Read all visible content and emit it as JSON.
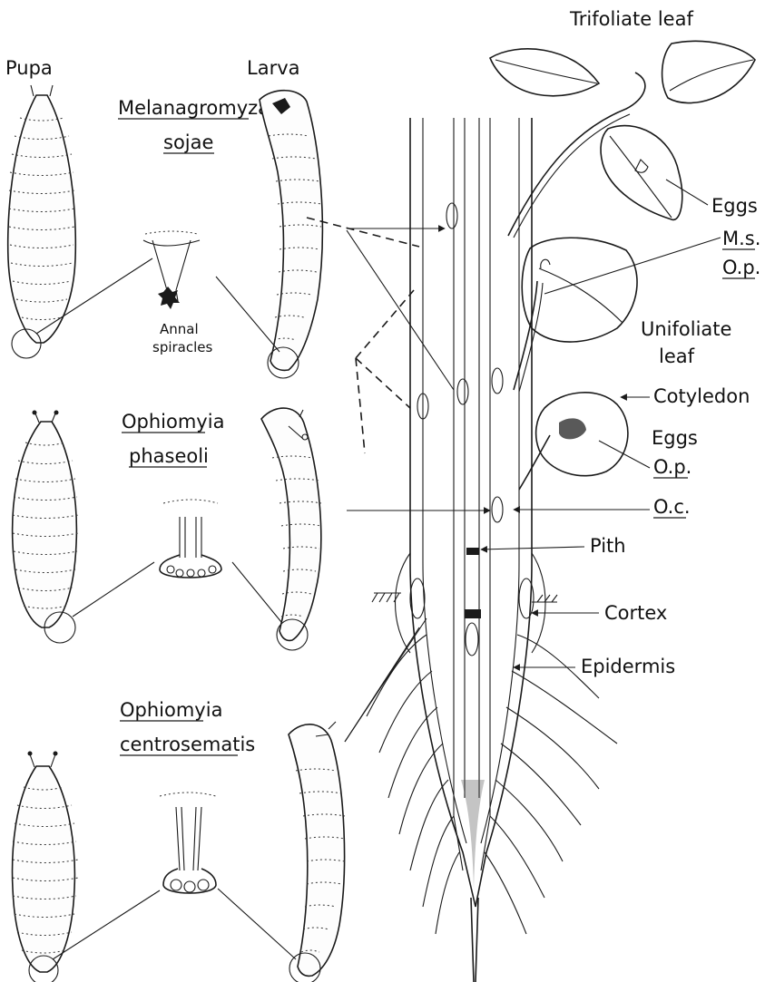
{
  "column_headers": {
    "pupa": "Pupa",
    "larva": "Larva"
  },
  "species": [
    {
      "genus": "Melanagromyza",
      "epithet": "sojae"
    },
    {
      "genus": "Ophiomyia",
      "epithet": "phaseoli"
    },
    {
      "genus": "Ophiomyia",
      "epithet": "centrosematis"
    }
  ],
  "spiracle_caption": {
    "line1": "Annal",
    "line2": "spiracles"
  },
  "plant_labels": {
    "trifoliate_leaf": "Trifoliate leaf",
    "eggs_upper": "Eggs",
    "abbr_ms": "M.s.",
    "abbr_op_upper": "O.p.",
    "unifoliate_line1": "Unifoliate",
    "unifoliate_line2": "leaf",
    "cotyledon": "Cotyledon",
    "eggs_lower": "Eggs",
    "abbr_op_lower": "O.p.",
    "abbr_oc": "O.c.",
    "pith": "Pith",
    "cortex": "Cortex",
    "epidermis": "Epidermis"
  },
  "colors": {
    "ink": "#1a1a1a",
    "paper": "#ffffff"
  }
}
